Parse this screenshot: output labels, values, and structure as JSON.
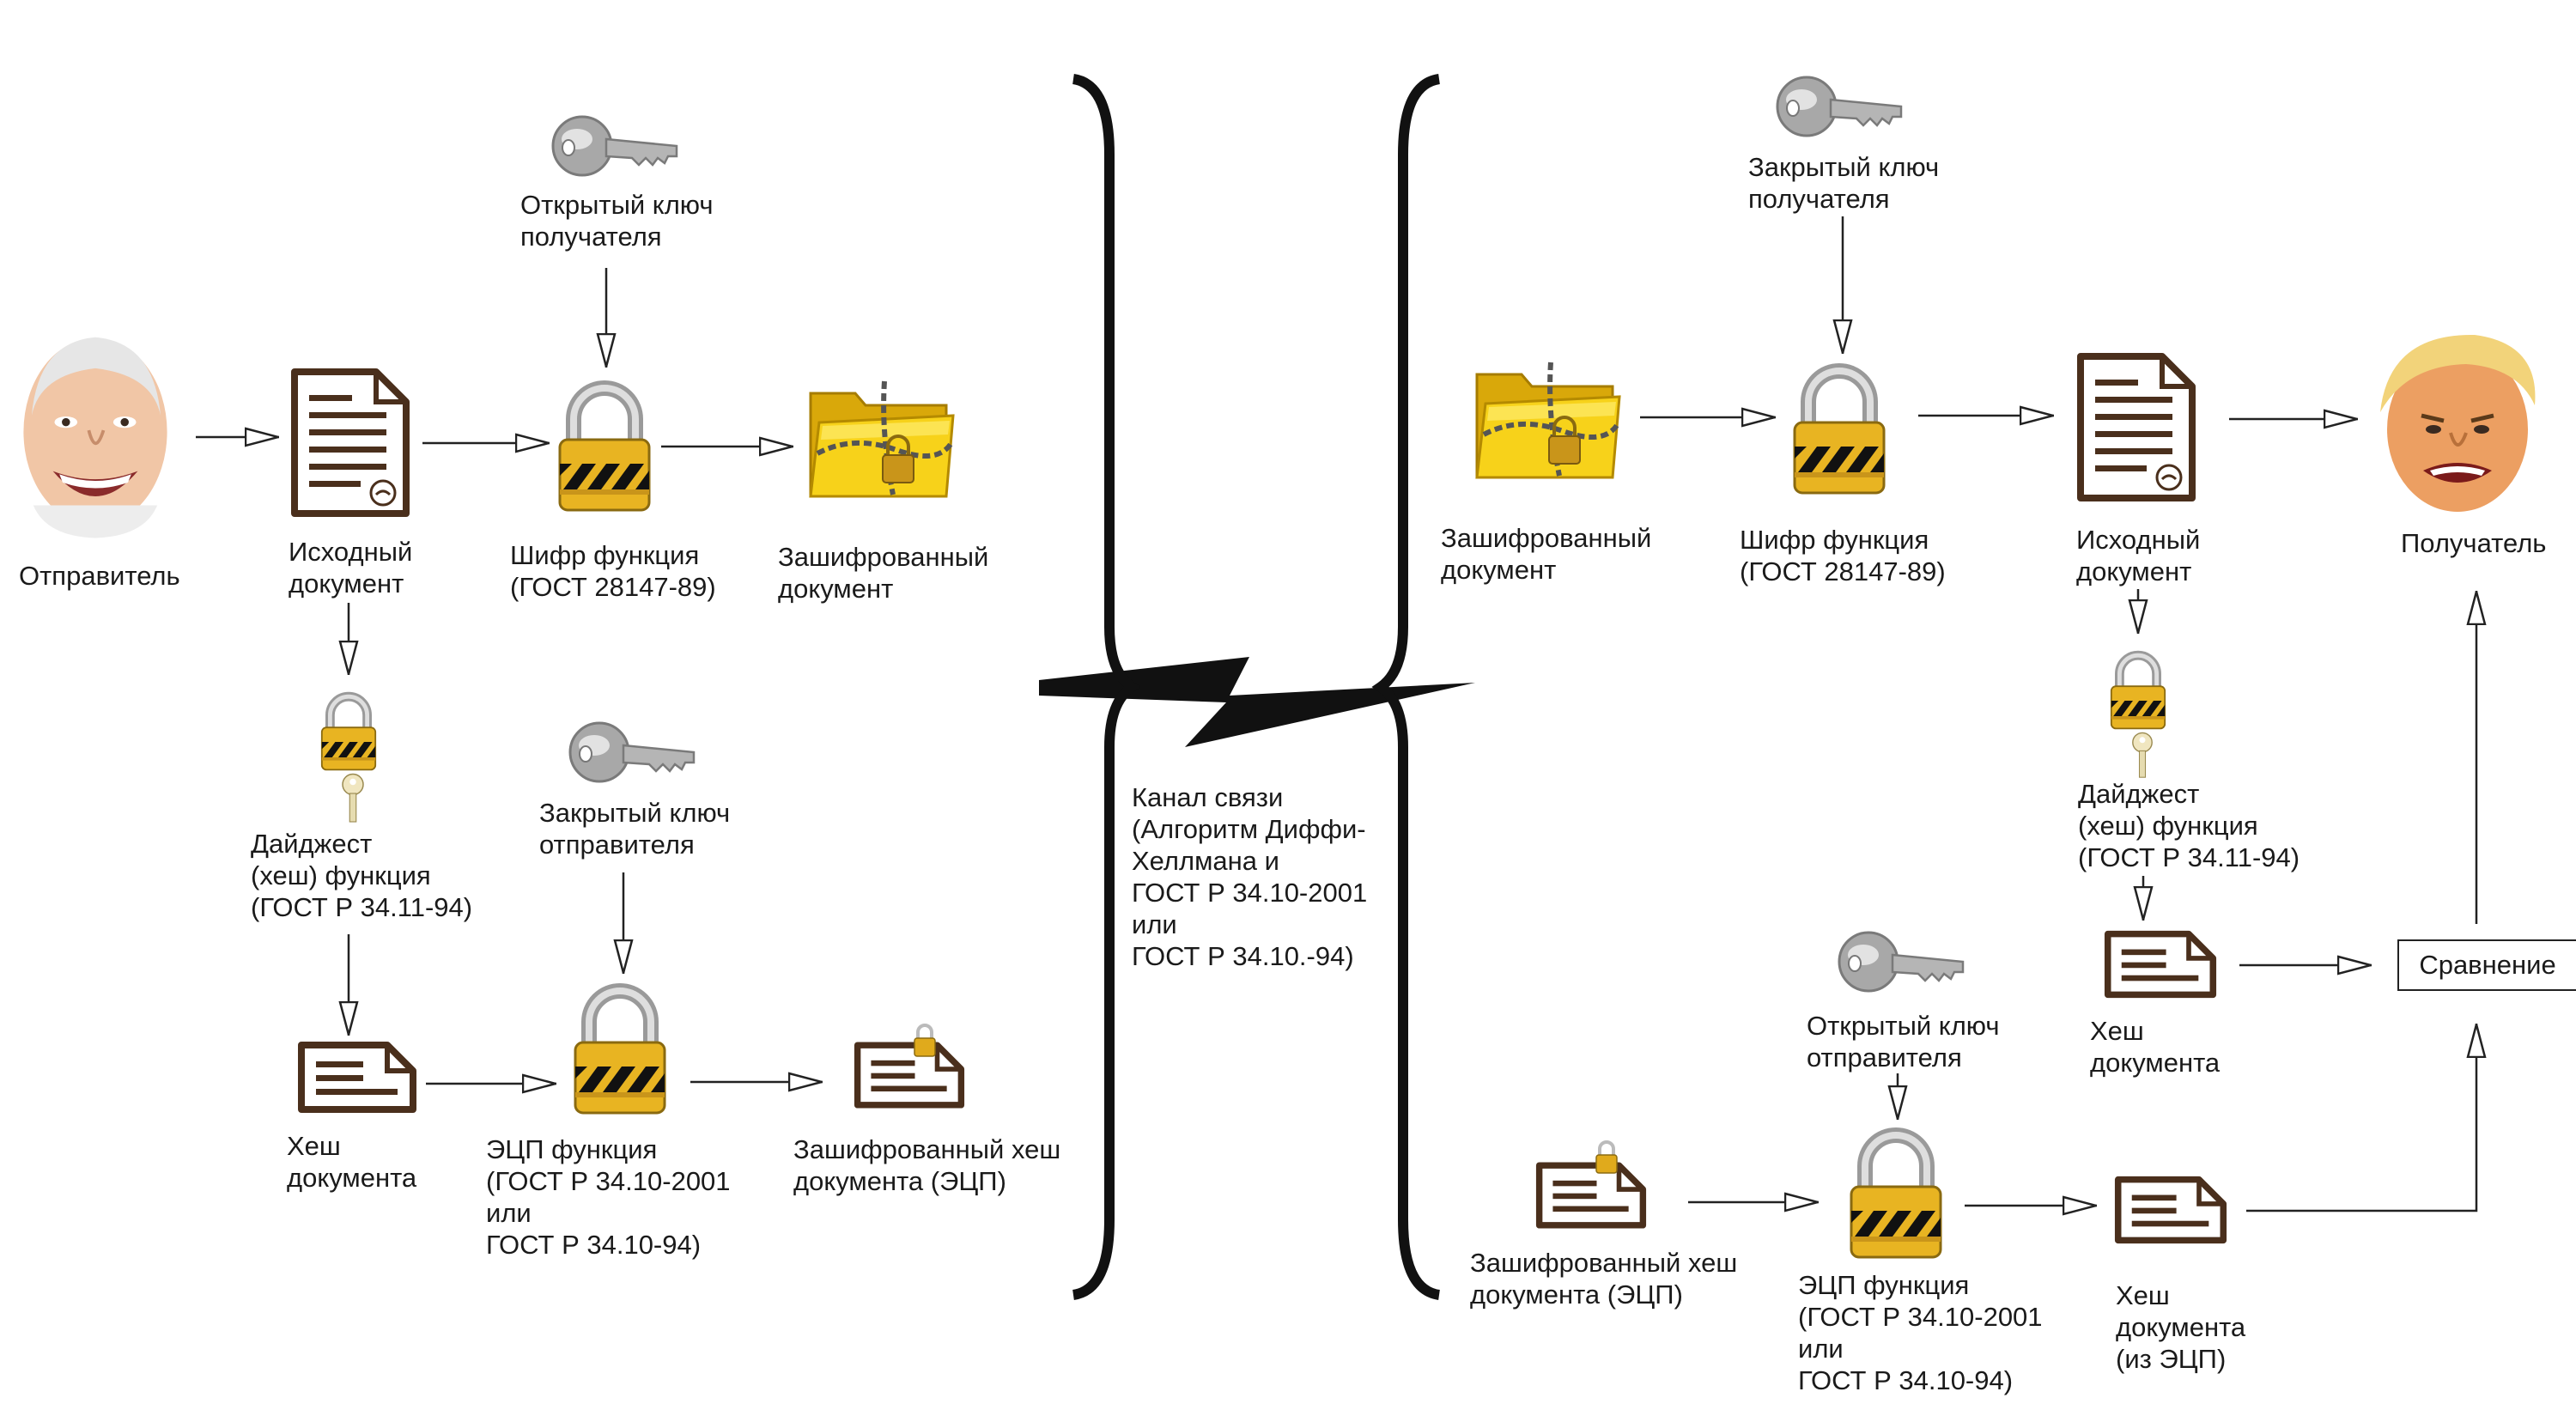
{
  "sender": {
    "person_label": "Отправитель",
    "source_doc": "Исходный\nдокумент",
    "public_key": "Открытый ключ\nполучателя",
    "cipher": "Шифр функция\n(ГОСТ 28147-89)",
    "encrypted_doc": "Зашифрованный\nдокумент",
    "digest": "Дайджест\n(хеш) функция\n(ГОСТ Р 34.11-94)",
    "private_key": "Закрытый ключ\nотправителя",
    "hash": "Хеш\nдокумента",
    "eds": "ЭЦП функция\n(ГОСТ Р 34.10-2001\nили\nГОСТ Р 34.10-94)",
    "encrypted_hash": "Зашифрованный хеш\nдокумента (ЭЦП)"
  },
  "channel": {
    "label": "Канал связи\n(Алгоритм Диффи-\nХеллмана и\nГОСТ Р 34.10-2001\nили\nГОСТ Р 34.10.-94)"
  },
  "receiver": {
    "person_label": "Получатель",
    "encrypted_doc": "Зашифрованный\nдокумент",
    "private_key": "Закрытый ключ\nполучателя",
    "cipher": "Шифр функция\n(ГОСТ 28147-89)",
    "source_doc": "Исходный\nдокумент",
    "digest": "Дайджест\n(хеш) функция\n(ГОСТ Р 34.11-94)",
    "hash": "Хеш\nдокумента",
    "compare": "Сравнение",
    "public_key": "Открытый ключ\nотправителя",
    "encrypted_hash": "Зашифрованный хеш\nдокумента (ЭЦП)",
    "eds": "ЭЦП функция\n(ГОСТ Р 34.10-2001\nили\nГОСТ Р 34.10-94)",
    "hash_from_eds": "Хеш\nдокумента\n(из ЭЦП)"
  },
  "colors": {
    "padlock_body": "#e8b422",
    "padlock_stripe": "#111111",
    "shackle": "#b8b8b8",
    "key": "#a8a8a8",
    "folder": "#f2c811",
    "document": "#4a2f1c",
    "line": "#222222"
  }
}
